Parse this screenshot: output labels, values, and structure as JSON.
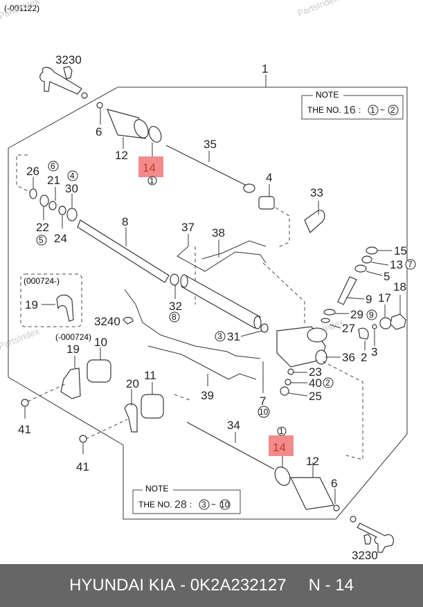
{
  "header": {
    "range_code": "(-001122)"
  },
  "watermark": "PartsIndex",
  "notes": [
    {
      "title": "NOTE",
      "prefix": "THE NO.",
      "number": "16",
      "sep": ":",
      "from": "1",
      "tilde": "~",
      "to": "2"
    },
    {
      "title": "NOTE",
      "prefix": "THE NO.",
      "number": "28",
      "sep": ":",
      "from": "3",
      "tilde": "~",
      "to": "10"
    }
  ],
  "highlight": {
    "part_no": "14",
    "color": "#f08080",
    "sub_ref": "1"
  },
  "variants": {
    "after": "(000724-)",
    "before": "(-000724)"
  },
  "labels": {
    "l3230_top": "3230",
    "l1": "1",
    "l6_top": "6",
    "l12_top": "12",
    "l14_top": "14",
    "l1c_top": "1",
    "l35": "35",
    "l4": "4",
    "l33": "33",
    "l26": "26",
    "l6c": "6",
    "l21": "21",
    "l4c": "4",
    "l30": "30",
    "l22": "22",
    "l5c": "5",
    "l24": "24",
    "l8": "8",
    "l37": "37",
    "l38": "38",
    "l15": "15",
    "l13": "13",
    "l7c": "7",
    "l5": "5",
    "l9": "9",
    "l29": "29",
    "l9c": "9",
    "l17": "17",
    "l18": "18",
    "l27": "27",
    "l2": "2",
    "l3": "3",
    "l36": "36",
    "l23": "23",
    "l40": "40",
    "l2c": "2",
    "l25": "25",
    "l19a": "19",
    "l3240": "3240",
    "l32": "32",
    "l8c": "8",
    "l3c": "3",
    "l31": "31",
    "l19b": "19",
    "l10": "10",
    "l20": "20",
    "l11": "11",
    "l39": "39",
    "l7": "7",
    "l10c": "10",
    "l41a": "41",
    "l41b": "41",
    "l34": "34",
    "l12_bot": "12",
    "l6_bot": "6",
    "l14_bot": "14",
    "l1c_bot": "1",
    "l3230_bot": "3230"
  },
  "footer": {
    "brand": "HYUNDAI  KIA",
    "dash": "-",
    "part_number": "0K2A232127",
    "ref": "N - 14"
  }
}
